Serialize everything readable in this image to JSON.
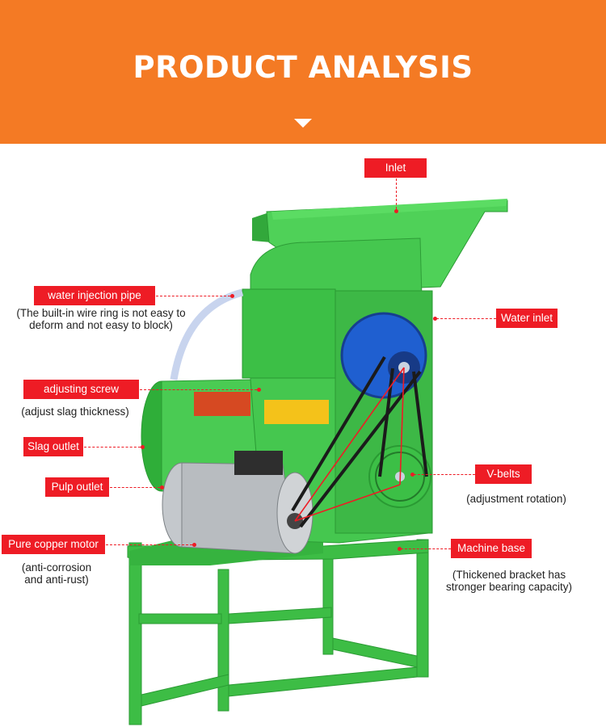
{
  "header": {
    "title": "PRODUCT ANALYSIS"
  },
  "colors": {
    "header_bg": "#f47a24",
    "label_bg": "#ee1c25",
    "machine_green": "#3fc84a",
    "disc_blue": "#1f5fd0"
  },
  "labels": {
    "inlet": "Inlet",
    "water_injection_pipe": "water injection pipe",
    "water_injection_note_1": "(The built-in wire ring is not easy to",
    "water_injection_note_2": "deform and not easy to block)",
    "water_inlet": "Water inlet",
    "adjusting_screw": "adjusting screw",
    "adjusting_screw_note": "(adjust slag thickness)",
    "slag_outlet": "Slag outlet",
    "pulp_outlet": "Pulp outlet",
    "v_belts": "V-belts",
    "v_belts_note": "(adjustment rotation)",
    "pure_copper_motor": "Pure copper motor",
    "motor_note_1": "(anti-corrosion",
    "motor_note_2": "and anti-rust)",
    "machine_base": "Machine base",
    "base_note_1": "(Thickened bracket has",
    "base_note_2": "stronger bearing capacity)"
  }
}
